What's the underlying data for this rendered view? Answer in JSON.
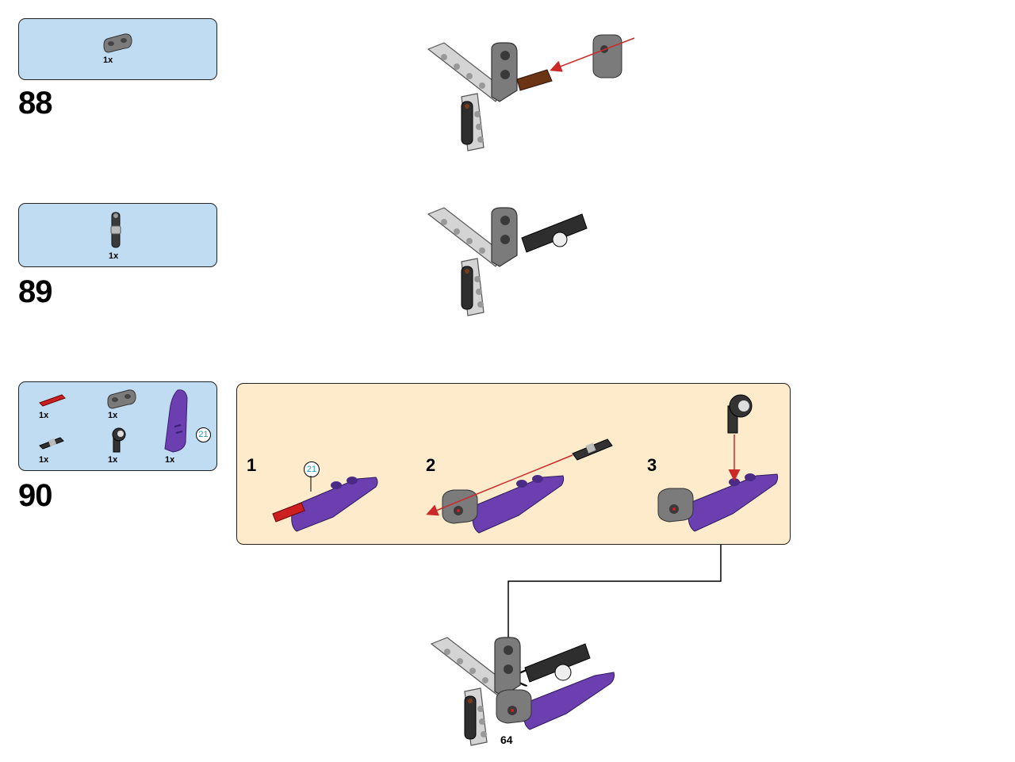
{
  "steps": [
    {
      "number": "88",
      "parts": [
        {
          "icon": "beam-2-icon",
          "qty": "1x"
        }
      ]
    },
    {
      "number": "89",
      "parts": [
        {
          "icon": "connector-pin-icon",
          "qty": "1x"
        }
      ]
    },
    {
      "number": "90",
      "parts": [
        {
          "icon": "red-axle-icon",
          "qty": "1x"
        },
        {
          "icon": "beam-2-icon",
          "qty": "1x"
        },
        {
          "icon": "purple-panel-icon",
          "qty": "1x"
        },
        {
          "icon": "axle-pin-icon",
          "qty": "1x"
        },
        {
          "icon": "angle-connector-icon",
          "qty": "1x"
        }
      ],
      "panel_part_number": "21"
    }
  ],
  "callout": {
    "substeps": [
      {
        "number": "1",
        "part_number": "21"
      },
      {
        "number": "2"
      },
      {
        "number": "3"
      }
    ]
  },
  "page_number": "64",
  "colors": {
    "parts_box_bg": "#bfdcf3",
    "callout_bg": "#fdebcc",
    "arrow_red": "#cc2a2a",
    "purple_panel": "#6b3fb0",
    "gray_beam": "#8a8a8a",
    "light_beam": "#d4d4d4"
  }
}
